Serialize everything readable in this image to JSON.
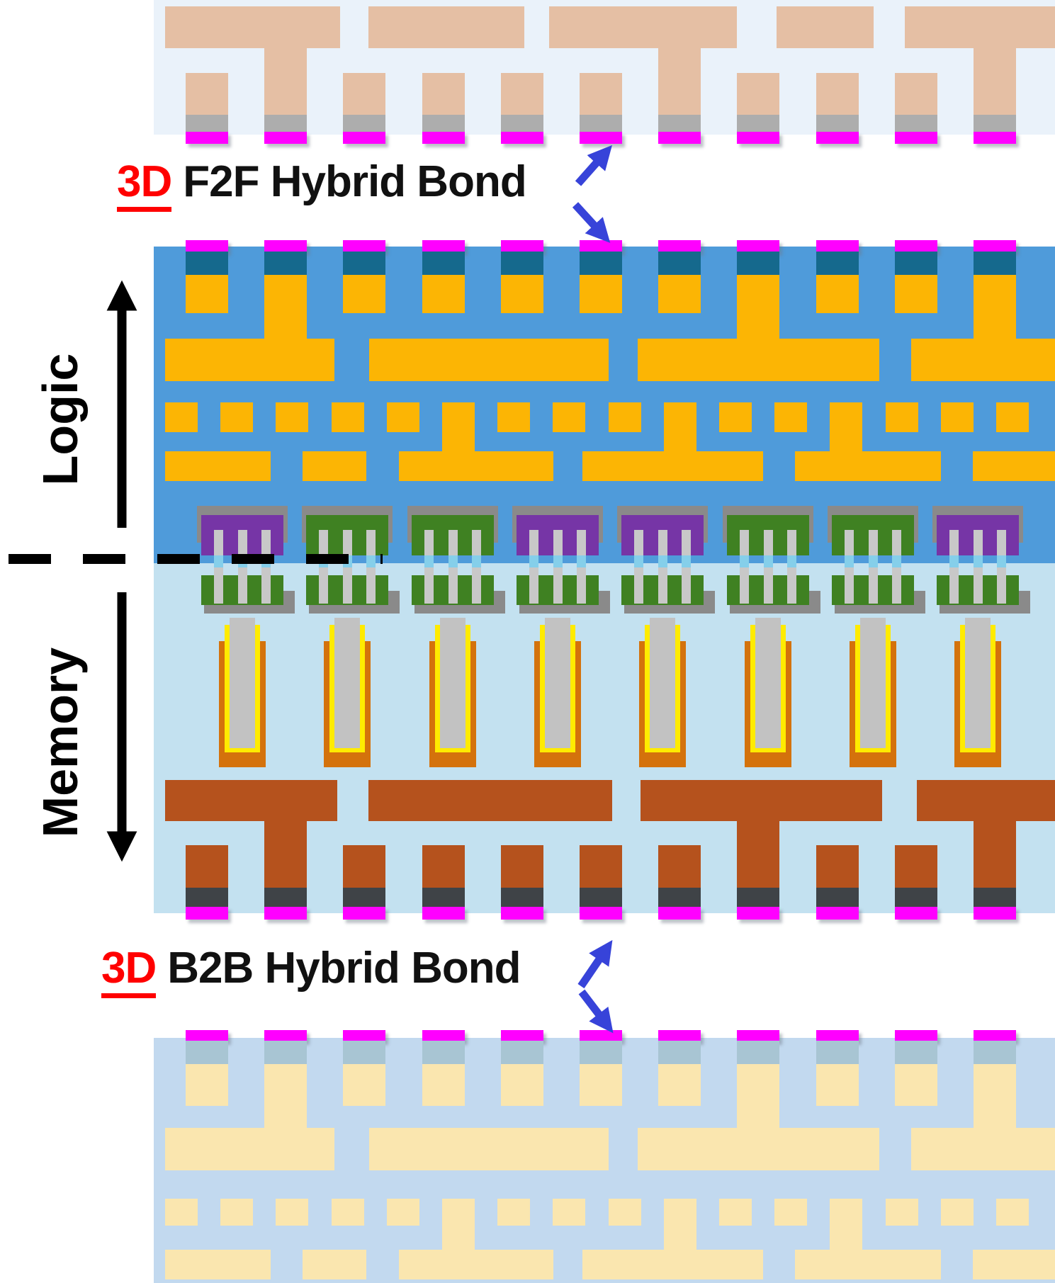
{
  "labels": {
    "f2f_prefix": "3D",
    "f2f_label": "F2F Hybrid Bond",
    "b2b_prefix": "3D",
    "b2b_label": "B2B Hybrid Bond",
    "logic_label": "Logic",
    "memory_label": "Memory"
  },
  "colors": {
    "canvas_bg": "#FFFFFF",
    "top_die_bg": "#EAF2FA",
    "top_metal": "#E5BFA4",
    "top_gray_tip": "#ADADAD",
    "bond_pad": "#FF00FF",
    "logic_bg": "#4F9BDA",
    "logic_metal": "#FCB504",
    "logic_teal": "#15698D",
    "transistor_cap": "#8A8A8A",
    "transistor_purple": "#7635A6",
    "transistor_green": "#3F8122",
    "fin_gray": "#C8C8C8",
    "fin_cyan": "#85CFEA",
    "memory_bg": "#C3E1F0",
    "capacitor_orange": "#D4720C",
    "capacitor_yellow": "#FFEB00",
    "capacitor_gray": "#C2C2C2",
    "memory_metal": "#B5521D",
    "memory_dark_tip": "#3F4347",
    "bottom_die_bg": "#C2D9EF",
    "bottom_metal": "#FAE6AF",
    "bottom_teal": "#A8C5D3",
    "arrow_blue": "#3743D9",
    "arrow_black": "#000000",
    "label_red": "#FF0000",
    "label_black": "#111111"
  },
  "structure": {
    "bond_pad_columns_per_interface": 11,
    "transistor_count": 8,
    "transistor_color_sequence": [
      "purple",
      "green",
      "green",
      "purple",
      "purple",
      "green",
      "green",
      "purple"
    ],
    "capacitor_count": 8,
    "contact_columns": 16,
    "dies_top_to_bottom": [
      "top-interconnect-die",
      "logic-die",
      "memory-die",
      "next-bonded-die"
    ]
  }
}
